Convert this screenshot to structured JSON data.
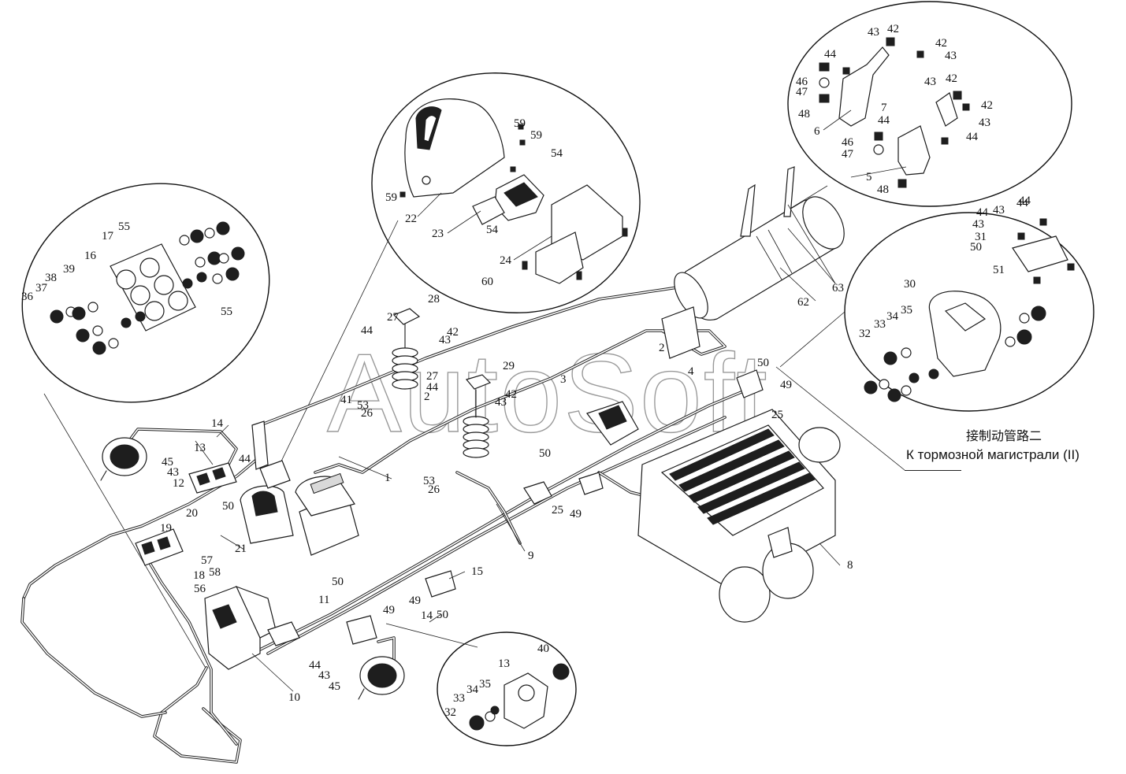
{
  "notes": {
    "cn": "接制动管路二",
    "ru": "К тормозной магистрали (II)"
  },
  "watermark": "AutoSoft",
  "labels": [
    {
      "id": "l1",
      "text": "1"
    },
    {
      "id": "l2a",
      "text": "2"
    },
    {
      "id": "l2b",
      "text": "2"
    },
    {
      "id": "l3",
      "text": "3"
    },
    {
      "id": "l4",
      "text": "4"
    },
    {
      "id": "l5",
      "text": "5"
    },
    {
      "id": "l6",
      "text": "6"
    },
    {
      "id": "l7",
      "text": "7"
    },
    {
      "id": "l8",
      "text": "8"
    },
    {
      "id": "l9",
      "text": "9"
    },
    {
      "id": "l10",
      "text": "10"
    },
    {
      "id": "l11",
      "text": "11"
    },
    {
      "id": "l12",
      "text": "12"
    },
    {
      "id": "l13a",
      "text": "13"
    },
    {
      "id": "l13b",
      "text": "13"
    },
    {
      "id": "l14a",
      "text": "14"
    },
    {
      "id": "l14b",
      "text": "14"
    },
    {
      "id": "l15",
      "text": "15"
    },
    {
      "id": "l16",
      "text": "16"
    },
    {
      "id": "l17",
      "text": "17"
    },
    {
      "id": "l18",
      "text": "18"
    },
    {
      "id": "l19",
      "text": "19"
    },
    {
      "id": "l20",
      "text": "20"
    },
    {
      "id": "l21",
      "text": "21"
    },
    {
      "id": "l22",
      "text": "22"
    },
    {
      "id": "l23",
      "text": "23"
    },
    {
      "id": "l24",
      "text": "24"
    },
    {
      "id": "l25a",
      "text": "25"
    },
    {
      "id": "l25b",
      "text": "25"
    },
    {
      "id": "l26a",
      "text": "26"
    },
    {
      "id": "l26b",
      "text": "26"
    },
    {
      "id": "l27a",
      "text": "27"
    },
    {
      "id": "l27b",
      "text": "27"
    },
    {
      "id": "l28",
      "text": "28"
    },
    {
      "id": "l29",
      "text": "29"
    },
    {
      "id": "l30",
      "text": "30"
    },
    {
      "id": "l31",
      "text": "31"
    },
    {
      "id": "l32a",
      "text": "32"
    },
    {
      "id": "l32b",
      "text": "32"
    },
    {
      "id": "l33a",
      "text": "33"
    },
    {
      "id": "l33b",
      "text": "33"
    },
    {
      "id": "l34a",
      "text": "34"
    },
    {
      "id": "l34b",
      "text": "34"
    },
    {
      "id": "l35a",
      "text": "35"
    },
    {
      "id": "l35b",
      "text": "35"
    },
    {
      "id": "l36",
      "text": "36"
    },
    {
      "id": "l37",
      "text": "37"
    },
    {
      "id": "l38",
      "text": "38"
    },
    {
      "id": "l39",
      "text": "39"
    },
    {
      "id": "l40",
      "text": "40"
    },
    {
      "id": "l41",
      "text": "41"
    },
    {
      "id": "l42a",
      "text": "42"
    },
    {
      "id": "l42b",
      "text": "42"
    },
    {
      "id": "l42c",
      "text": "42"
    },
    {
      "id": "l42d",
      "text": "42"
    },
    {
      "id": "l42e",
      "text": "42"
    },
    {
      "id": "l42f",
      "text": "42"
    },
    {
      "id": "l43a",
      "text": "43"
    },
    {
      "id": "l43b",
      "text": "43"
    },
    {
      "id": "l43c",
      "text": "43"
    },
    {
      "id": "l43d",
      "text": "43"
    },
    {
      "id": "l43e",
      "text": "43"
    },
    {
      "id": "l43f",
      "text": "43"
    },
    {
      "id": "l43g",
      "text": "43"
    },
    {
      "id": "l43h",
      "text": "43"
    },
    {
      "id": "l43i",
      "text": "43"
    },
    {
      "id": "l43j",
      "text": "43"
    },
    {
      "id": "l44a",
      "text": "44"
    },
    {
      "id": "l44b",
      "text": "44"
    },
    {
      "id": "l44c",
      "text": "44"
    },
    {
      "id": "l44d",
      "text": "44"
    },
    {
      "id": "l44e",
      "text": "44"
    },
    {
      "id": "l44f",
      "text": "44"
    },
    {
      "id": "l44g",
      "text": "44"
    },
    {
      "id": "l44h",
      "text": "44"
    },
    {
      "id": "l44i",
      "text": "44"
    },
    {
      "id": "l44j",
      "text": "44"
    },
    {
      "id": "l45a",
      "text": "45"
    },
    {
      "id": "l45b",
      "text": "45"
    },
    {
      "id": "l46a",
      "text": "46"
    },
    {
      "id": "l46b",
      "text": "46"
    },
    {
      "id": "l47a",
      "text": "47"
    },
    {
      "id": "l47b",
      "text": "47"
    },
    {
      "id": "l48a",
      "text": "48"
    },
    {
      "id": "l48b",
      "text": "48"
    },
    {
      "id": "l49a",
      "text": "49"
    },
    {
      "id": "l49b",
      "text": "49"
    },
    {
      "id": "l49c",
      "text": "49"
    },
    {
      "id": "l49d",
      "text": "49"
    },
    {
      "id": "l50a",
      "text": "50"
    },
    {
      "id": "l50b",
      "text": "50"
    },
    {
      "id": "l50c",
      "text": "50"
    },
    {
      "id": "l50d",
      "text": "50"
    },
    {
      "id": "l50e",
      "text": "50"
    },
    {
      "id": "l50f",
      "text": "50"
    },
    {
      "id": "l51",
      "text": "51"
    },
    {
      "id": "l53a",
      "text": "53"
    },
    {
      "id": "l53b",
      "text": "53"
    },
    {
      "id": "l54a",
      "text": "54"
    },
    {
      "id": "l54b",
      "text": "54"
    },
    {
      "id": "l55a",
      "text": "55"
    },
    {
      "id": "l55b",
      "text": "55"
    },
    {
      "id": "l56",
      "text": "56"
    },
    {
      "id": "l57",
      "text": "57"
    },
    {
      "id": "l58",
      "text": "58"
    },
    {
      "id": "l59a",
      "text": "59"
    },
    {
      "id": "l59b",
      "text": "59"
    },
    {
      "id": "l59c",
      "text": "59"
    },
    {
      "id": "l60",
      "text": "60"
    },
    {
      "id": "l62",
      "text": "62"
    },
    {
      "id": "l63a",
      "text": "63"
    }
  ]
}
